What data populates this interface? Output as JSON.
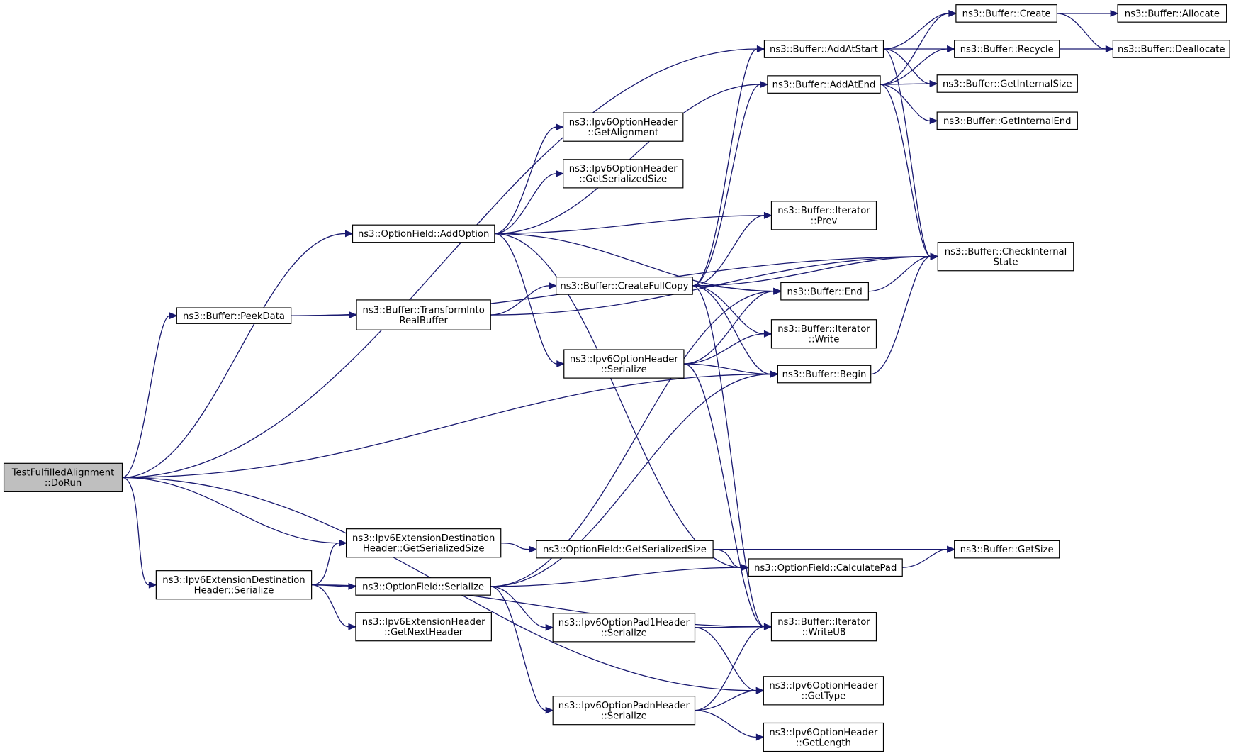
{
  "diagram": {
    "nodes": [
      {
        "id": "root",
        "lines": [
          "TestFulfilledAlignment",
          "::DoRun"
        ],
        "root": true
      },
      {
        "id": "peekData",
        "lines": [
          "ns3::Buffer::PeekData"
        ]
      },
      {
        "id": "transform",
        "lines": [
          "ns3::Buffer::TransformInto",
          "RealBuffer"
        ]
      },
      {
        "id": "addOption",
        "lines": [
          "ns3::OptionField::AddOption"
        ]
      },
      {
        "id": "getAlignment",
        "lines": [
          "ns3::Ipv6OptionHeader",
          "::GetAlignment"
        ]
      },
      {
        "id": "optHdrGetSerSize",
        "lines": [
          "ns3::Ipv6OptionHeader",
          "::GetSerializedSize"
        ]
      },
      {
        "id": "addAtStart",
        "lines": [
          "ns3::Buffer::AddAtStart"
        ]
      },
      {
        "id": "addAtEnd",
        "lines": [
          "ns3::Buffer::AddAtEnd"
        ]
      },
      {
        "id": "create",
        "lines": [
          "ns3::Buffer::Create"
        ]
      },
      {
        "id": "allocate",
        "lines": [
          "ns3::Buffer::Allocate"
        ]
      },
      {
        "id": "recycle",
        "lines": [
          "ns3::Buffer::Recycle"
        ]
      },
      {
        "id": "deallocate",
        "lines": [
          "ns3::Buffer::Deallocate"
        ]
      },
      {
        "id": "getInternalSize",
        "lines": [
          "ns3::Buffer::GetInternalSize"
        ]
      },
      {
        "id": "getInternalEnd",
        "lines": [
          "ns3::Buffer::GetInternalEnd"
        ]
      },
      {
        "id": "iterPrev",
        "lines": [
          "ns3::Buffer::Iterator",
          "::Prev"
        ]
      },
      {
        "id": "checkInternal",
        "lines": [
          "ns3::Buffer::CheckInternal",
          "State"
        ]
      },
      {
        "id": "createFullCopy",
        "lines": [
          "ns3::Buffer::CreateFullCopy"
        ]
      },
      {
        "id": "end",
        "lines": [
          "ns3::Buffer::End"
        ]
      },
      {
        "id": "iterWrite",
        "lines": [
          "ns3::Buffer::Iterator",
          "::Write"
        ]
      },
      {
        "id": "optHdrSerialize",
        "lines": [
          "ns3::Ipv6OptionHeader",
          "::Serialize"
        ]
      },
      {
        "id": "begin",
        "lines": [
          "ns3::Buffer::Begin"
        ]
      },
      {
        "id": "extDestGetSerSize",
        "lines": [
          "ns3::Ipv6ExtensionDestination",
          "Header::GetSerializedSize"
        ]
      },
      {
        "id": "ofGetSerSize",
        "lines": [
          "ns3::OptionField::GetSerializedSize"
        ]
      },
      {
        "id": "getSize",
        "lines": [
          "ns3::Buffer::GetSize"
        ]
      },
      {
        "id": "calcPad",
        "lines": [
          "ns3::OptionField::CalculatePad"
        ]
      },
      {
        "id": "extDestSerialize",
        "lines": [
          "ns3::Ipv6ExtensionDestination",
          "Header::Serialize"
        ]
      },
      {
        "id": "ofSerialize",
        "lines": [
          "ns3::OptionField::Serialize"
        ]
      },
      {
        "id": "pad1Serialize",
        "lines": [
          "ns3::Ipv6OptionPad1Header",
          "::Serialize"
        ]
      },
      {
        "id": "writeU8",
        "lines": [
          "ns3::Buffer::Iterator",
          "::WriteU8"
        ]
      },
      {
        "id": "getNextHeader",
        "lines": [
          "ns3::Ipv6ExtensionHeader",
          "::GetNextHeader"
        ]
      },
      {
        "id": "getType",
        "lines": [
          "ns3::Ipv6OptionHeader",
          "::GetType"
        ]
      },
      {
        "id": "padnSerialize",
        "lines": [
          "ns3::Ipv6OptionPadnHeader",
          "::Serialize"
        ]
      },
      {
        "id": "getLength",
        "lines": [
          "ns3::Ipv6OptionHeader",
          "::GetLength"
        ]
      }
    ],
    "edges": [
      [
        "root",
        "addAtStart"
      ],
      [
        "root",
        "peekData"
      ],
      [
        "root",
        "addOption"
      ],
      [
        "root",
        "begin"
      ],
      [
        "root",
        "extDestGetSerSize"
      ],
      [
        "root",
        "extDestSerialize"
      ],
      [
        "root",
        "getType"
      ],
      [
        "peekData",
        "transform"
      ],
      [
        "peekData",
        "checkInternal"
      ],
      [
        "transform",
        "createFullCopy"
      ],
      [
        "transform",
        "checkInternal"
      ],
      [
        "addOption",
        "addAtEnd"
      ],
      [
        "addOption",
        "getAlignment"
      ],
      [
        "addOption",
        "optHdrGetSerSize"
      ],
      [
        "addOption",
        "iterPrev"
      ],
      [
        "addOption",
        "end"
      ],
      [
        "addOption",
        "optHdrSerialize"
      ],
      [
        "addOption",
        "calcPad"
      ],
      [
        "addAtStart",
        "create"
      ],
      [
        "addAtStart",
        "recycle"
      ],
      [
        "addAtStart",
        "getInternalSize"
      ],
      [
        "addAtStart",
        "checkInternal"
      ],
      [
        "addAtEnd",
        "create"
      ],
      [
        "addAtEnd",
        "recycle"
      ],
      [
        "addAtEnd",
        "getInternalSize"
      ],
      [
        "addAtEnd",
        "getInternalEnd"
      ],
      [
        "addAtEnd",
        "checkInternal"
      ],
      [
        "create",
        "allocate"
      ],
      [
        "create",
        "deallocate"
      ],
      [
        "recycle",
        "deallocate"
      ],
      [
        "createFullCopy",
        "addAtStart"
      ],
      [
        "createFullCopy",
        "addAtEnd"
      ],
      [
        "createFullCopy",
        "iterPrev"
      ],
      [
        "createFullCopy",
        "checkInternal"
      ],
      [
        "createFullCopy",
        "end"
      ],
      [
        "createFullCopy",
        "iterWrite"
      ],
      [
        "createFullCopy",
        "begin"
      ],
      [
        "createFullCopy",
        "writeU8"
      ],
      [
        "end",
        "checkInternal"
      ],
      [
        "begin",
        "checkInternal"
      ],
      [
        "optHdrSerialize",
        "end"
      ],
      [
        "optHdrSerialize",
        "iterWrite"
      ],
      [
        "optHdrSerialize",
        "begin"
      ],
      [
        "optHdrSerialize",
        "writeU8"
      ],
      [
        "extDestGetSerSize",
        "ofGetSerSize"
      ],
      [
        "ofGetSerSize",
        "getSize"
      ],
      [
        "ofGetSerSize",
        "calcPad"
      ],
      [
        "calcPad",
        "getSize"
      ],
      [
        "extDestSerialize",
        "extDestGetSerSize"
      ],
      [
        "extDestSerialize",
        "ofSerialize"
      ],
      [
        "extDestSerialize",
        "getNextHeader"
      ],
      [
        "extDestSerialize",
        "writeU8"
      ],
      [
        "ofSerialize",
        "end"
      ],
      [
        "ofSerialize",
        "begin"
      ],
      [
        "ofSerialize",
        "calcPad"
      ],
      [
        "ofSerialize",
        "pad1Serialize"
      ],
      [
        "ofSerialize",
        "padnSerialize"
      ],
      [
        "pad1Serialize",
        "writeU8"
      ],
      [
        "pad1Serialize",
        "getType"
      ],
      [
        "padnSerialize",
        "writeU8"
      ],
      [
        "padnSerialize",
        "getType"
      ],
      [
        "padnSerialize",
        "getLength"
      ]
    ]
  }
}
